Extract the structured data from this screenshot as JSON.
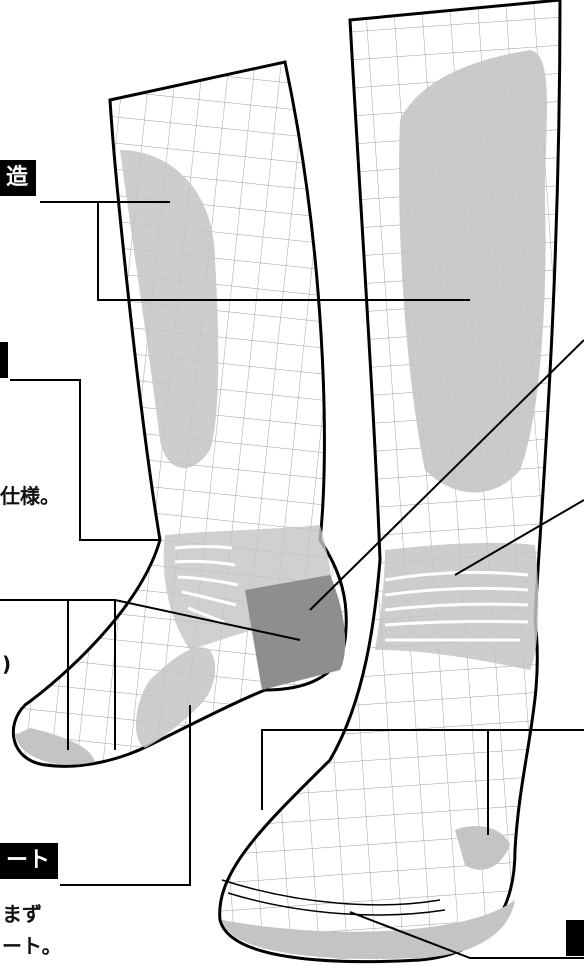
{
  "labels": {
    "top_left": "造",
    "mid_left": "",
    "bottom_left": "ート",
    "bottom_right": ""
  },
  "texts": {
    "spec": "仕様。",
    "paren": ")",
    "line1": "まず",
    "line2": "ート。"
  },
  "colors": {
    "sock_fill": "#ffffff",
    "grid_line": "#9a9a9a",
    "shade_light": "#c4c4c4",
    "shade_dark": "#8e8e8e",
    "outline": "#000000",
    "label_bg": "#000000"
  }
}
